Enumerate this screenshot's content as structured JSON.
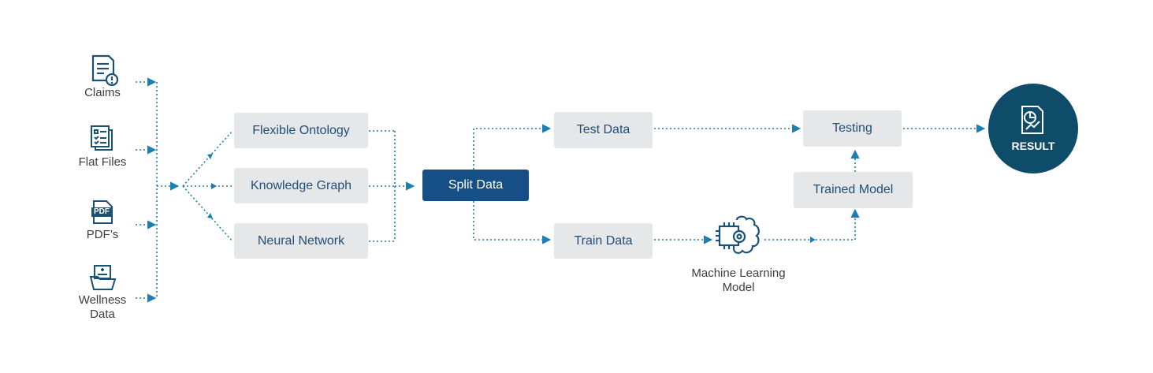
{
  "colors": {
    "connector": "#1b7fb5",
    "node_fill": "#e6e7e8",
    "node_text": "#1f4e79",
    "primary_fill": "#164f86",
    "result_fill": "#0f4c6a",
    "icon": "#1a5276"
  },
  "sources": [
    {
      "label": "Claims",
      "icon": "document-alert-icon"
    },
    {
      "label": "Flat Files",
      "icon": "checklist-files-icon"
    },
    {
      "label": "PDF’s",
      "icon": "pdf-file-icon"
    },
    {
      "label": "Wellness\nData",
      "icon": "medical-folder-icon"
    }
  ],
  "pdf_badge": "PDF",
  "nodes": {
    "flexible_ontology": "Flexible Ontology",
    "knowledge_graph": "Knowledge Graph",
    "neural_network": "Neural Network",
    "split_data": "Split Data",
    "test_data": "Test Data",
    "train_data": "Train Data",
    "testing": "Testing",
    "trained_model": "Trained Model"
  },
  "ml_model": {
    "label": "Machine Learning\nModel",
    "icon": "brain-chip-icon"
  },
  "result": {
    "label": "RESULT",
    "icon": "report-chart-icon"
  }
}
